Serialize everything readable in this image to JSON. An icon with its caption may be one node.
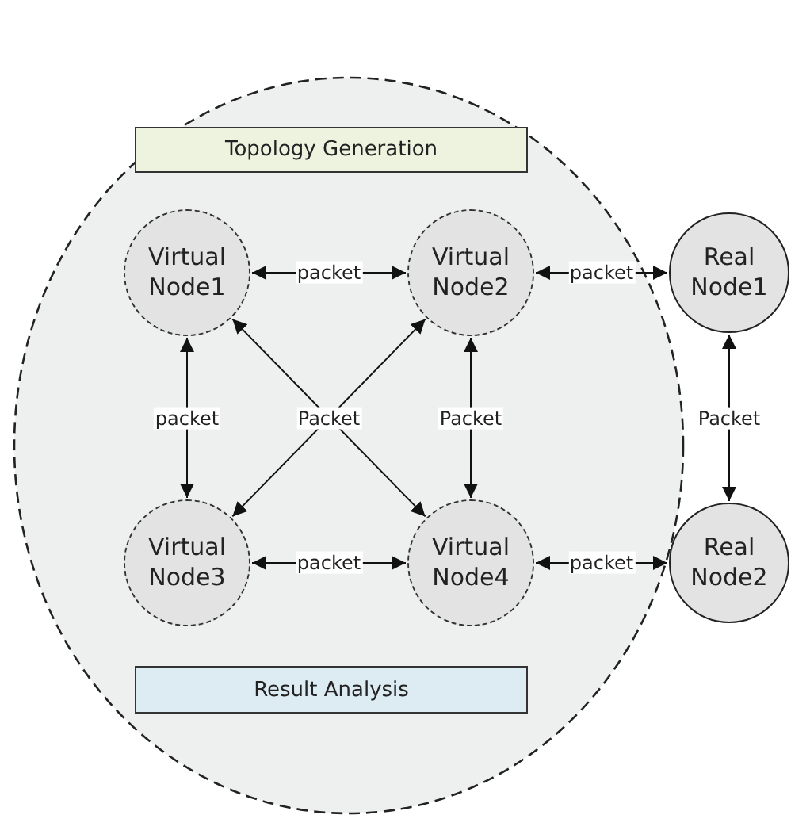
{
  "diagram": {
    "nodes": [
      {
        "text": [],
        "shape": "ellipse"
      },
      {
        "text": [
          "Topology Generation"
        ],
        "in": 0
      },
      {
        "text": [
          "Virtual Node1"
        ],
        "in": 0
      },
      {
        "text": [
          "Virtual Node2"
        ],
        "in": 0
      },
      {
        "text": [
          "Real Node1"
        ]
      },
      {
        "text": [
          "Virtual Node3"
        ],
        "in": 0
      },
      {
        "text": [
          "Virtual Node4"
        ],
        "in": 0
      },
      {
        "text": [
          "Real Node2"
        ]
      },
      {
        "text": [
          "Result Analysis"
        ],
        "in": 0
      }
    ],
    "edges": [
      {
        "from": 2,
        "to": 3,
        "arrow": "both",
        "label": "packet"
      },
      {
        "from": 3,
        "to": 4,
        "arrow": "both",
        "label": "packet"
      },
      {
        "from": 2,
        "to": 5,
        "arrow": "both",
        "label": "packet"
      },
      {
        "from": 2,
        "to": 6,
        "arrow": "both",
        "label": "Packet"
      },
      {
        "from": 3,
        "to": 5,
        "arrow": "both"
      },
      {
        "from": 3,
        "to": 6,
        "arrow": "both",
        "label": "Packet"
      },
      {
        "from": 4,
        "to": 7,
        "arrow": "both",
        "label": "Packet"
      },
      {
        "from": 5,
        "to": 6,
        "arrow": "both",
        "label": "packet"
      },
      {
        "from": 6,
        "to": 7,
        "arrow": "both",
        "label": "packet"
      }
    ]
  }
}
